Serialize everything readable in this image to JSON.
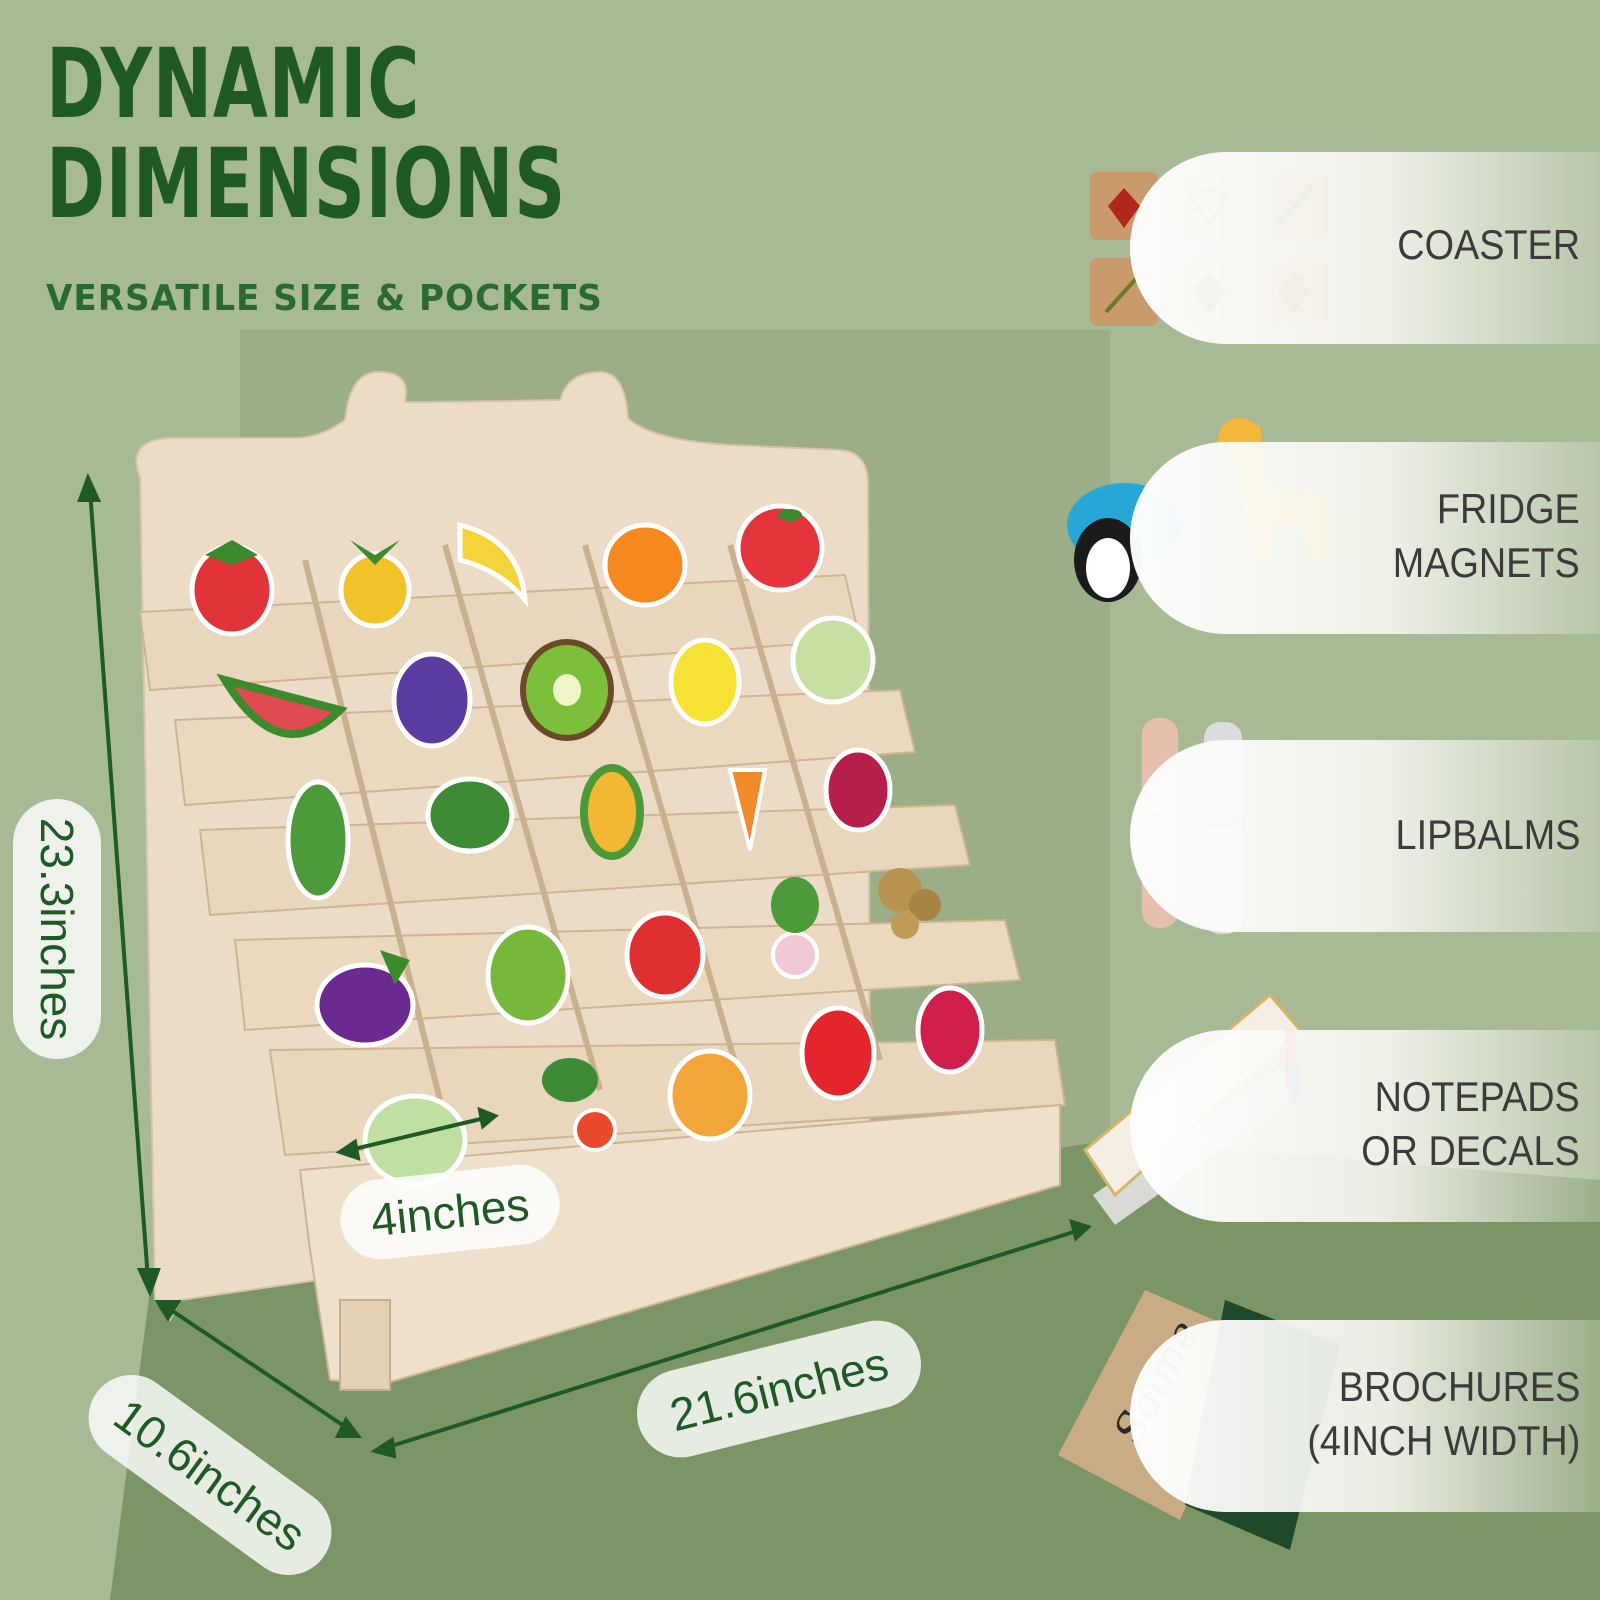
{
  "header": {
    "title_line1": "DYNAMIC",
    "title_line2": "DIMENSIONS",
    "subtitle": "VERSATILE SIZE & POCKETS"
  },
  "dimensions": {
    "height": "23.3inches",
    "depth": "10.6inches",
    "width": "21.6inches",
    "pocket_width": "4inches"
  },
  "uses": [
    {
      "label_line1": "COASTER",
      "label_line2": ""
    },
    {
      "label_line1": "FRIDGE",
      "label_line2": "MAGNETS"
    },
    {
      "label_line1": "LIPBALMS",
      "label_line2": ""
    },
    {
      "label_line1": "NOTEPADS",
      "label_line2": "OR DECALS"
    },
    {
      "label_line1": "BROCHURES",
      "label_line2": "(4INCH WIDTH)"
    }
  ],
  "brochure_cover_text": "Saime",
  "colors": {
    "background": "#a8b996",
    "dark_green": "#1f5a26",
    "wood": "#ead9c2",
    "floor": "#7c9566"
  }
}
